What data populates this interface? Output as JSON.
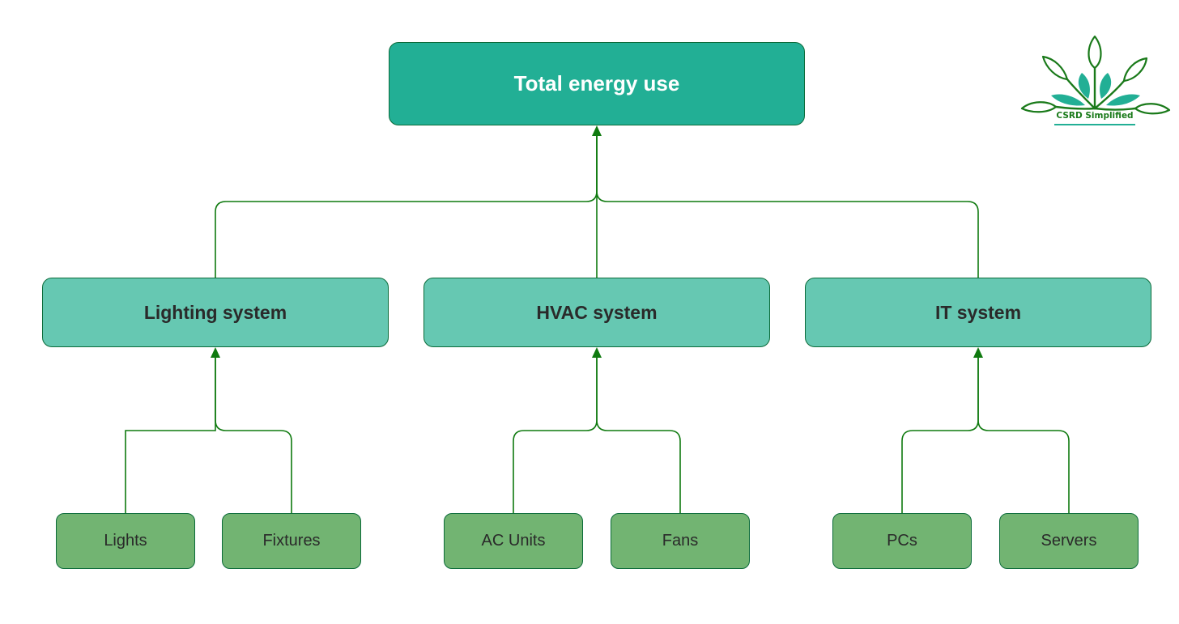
{
  "colors": {
    "root_fill": "#22af95",
    "system_fill": "#66c8b2",
    "leaf_fill": "#72b472",
    "connector": "#0f7a0f",
    "logo_green": "#1a7a1a",
    "logo_teal": "#22af95"
  },
  "diagram": {
    "root": {
      "label": "Total energy use"
    },
    "systems": [
      {
        "label": "Lighting system",
        "children": [
          "Lights",
          "Fixtures"
        ]
      },
      {
        "label": "HVAC system",
        "children": [
          "AC Units",
          "Fans"
        ]
      },
      {
        "label": "IT system",
        "children": [
          "PCs",
          "Servers"
        ]
      }
    ]
  },
  "logo": {
    "text": "CSRD Simplified",
    "icon": "plant-leaves-icon"
  }
}
